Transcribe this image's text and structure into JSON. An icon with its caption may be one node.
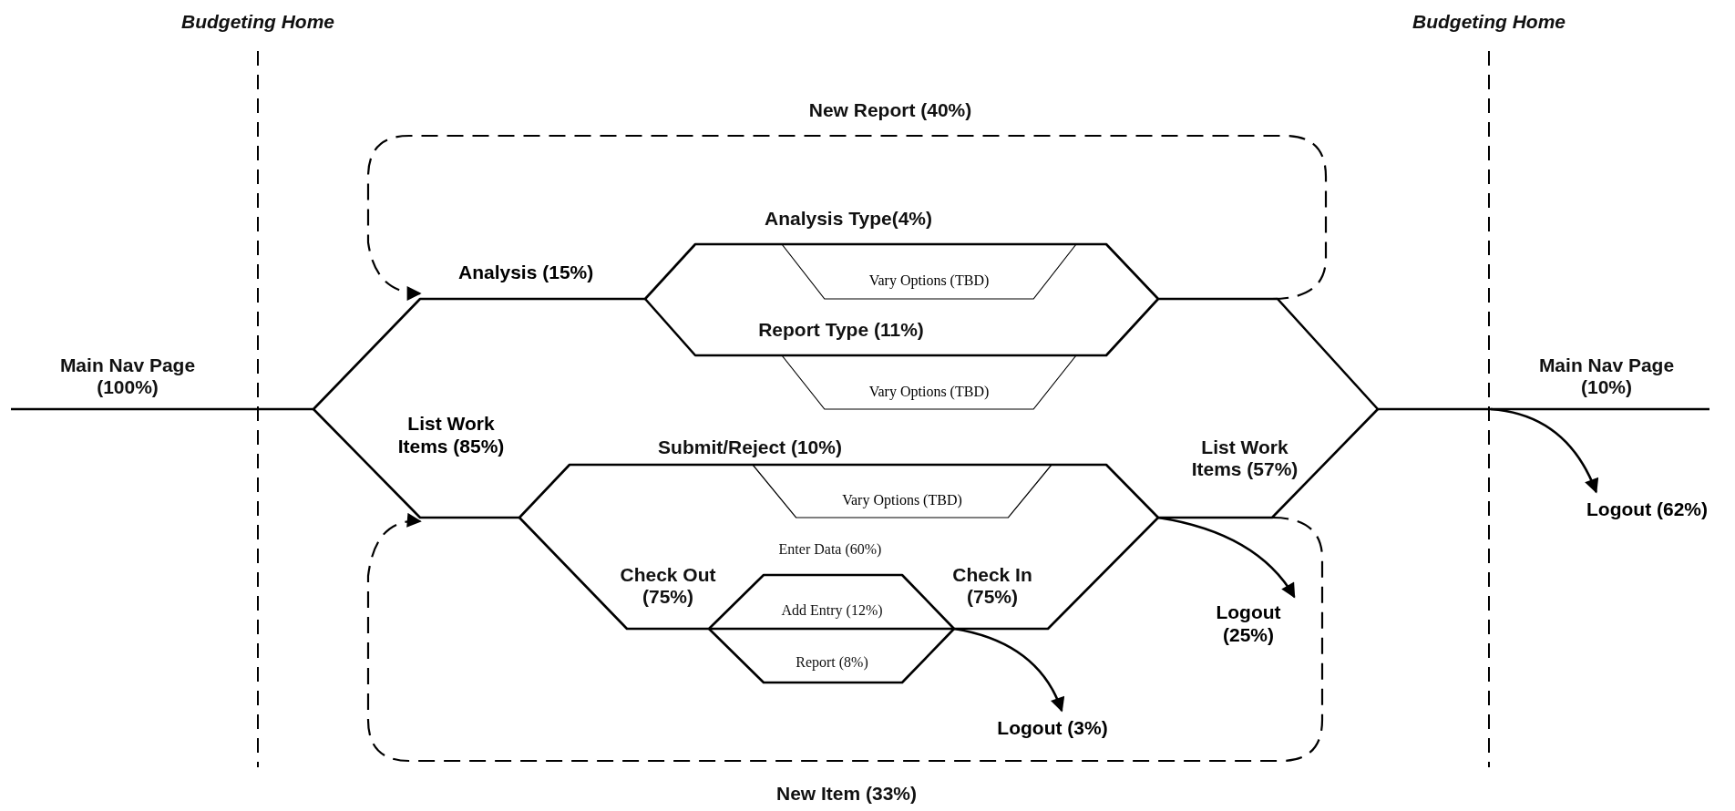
{
  "diagram": {
    "nodes": [
      {
        "text": [
          "Analysis (15%)"
        ]
      },
      {
        "text": [
          "Vary Options (TBD)"
        ]
      },
      {
        "text": [
          "Vary Options (TBD)"
        ]
      },
      {
        "text": [
          "List Work Items (85%)"
        ]
      },
      {
        "text": [
          "Vary Options (TBD)"
        ]
      },
      {
        "text": [
          "Logout (62%)"
        ]
      },
      {
        "text": [
          "Logout (25%)"
        ]
      },
      {
        "text": [
          "Logout (3%)"
        ]
      }
    ],
    "edges": [
      {
        "from": null,
        "to": 0,
        "arrow": "to",
        "style": "dashed"
      },
      {
        "from": null,
        "to": 3,
        "arrow": "to",
        "style": "dashed"
      },
      {
        "from": null,
        "to": 5,
        "arrow": "to"
      },
      {
        "from": null,
        "to": 6,
        "arrow": "to"
      },
      {
        "from": null,
        "to": 7,
        "arrow": "to"
      }
    ],
    "labels": [
      "Budgeting Home",
      "Budgeting Home",
      "New Report (40%)",
      "Analysis Type(4%)",
      "Main Nav Page (100%)",
      "Report Type (11%)",
      "Main Nav Page (10%)",
      "Submit/Reject (10%)",
      "List Work Items (57%)",
      "Enter Data (60%)",
      "Check Out (75%)",
      "Check In (75%)",
      "Add Entry (12%)",
      "Report (8%)",
      "New Item (33%)"
    ]
  }
}
